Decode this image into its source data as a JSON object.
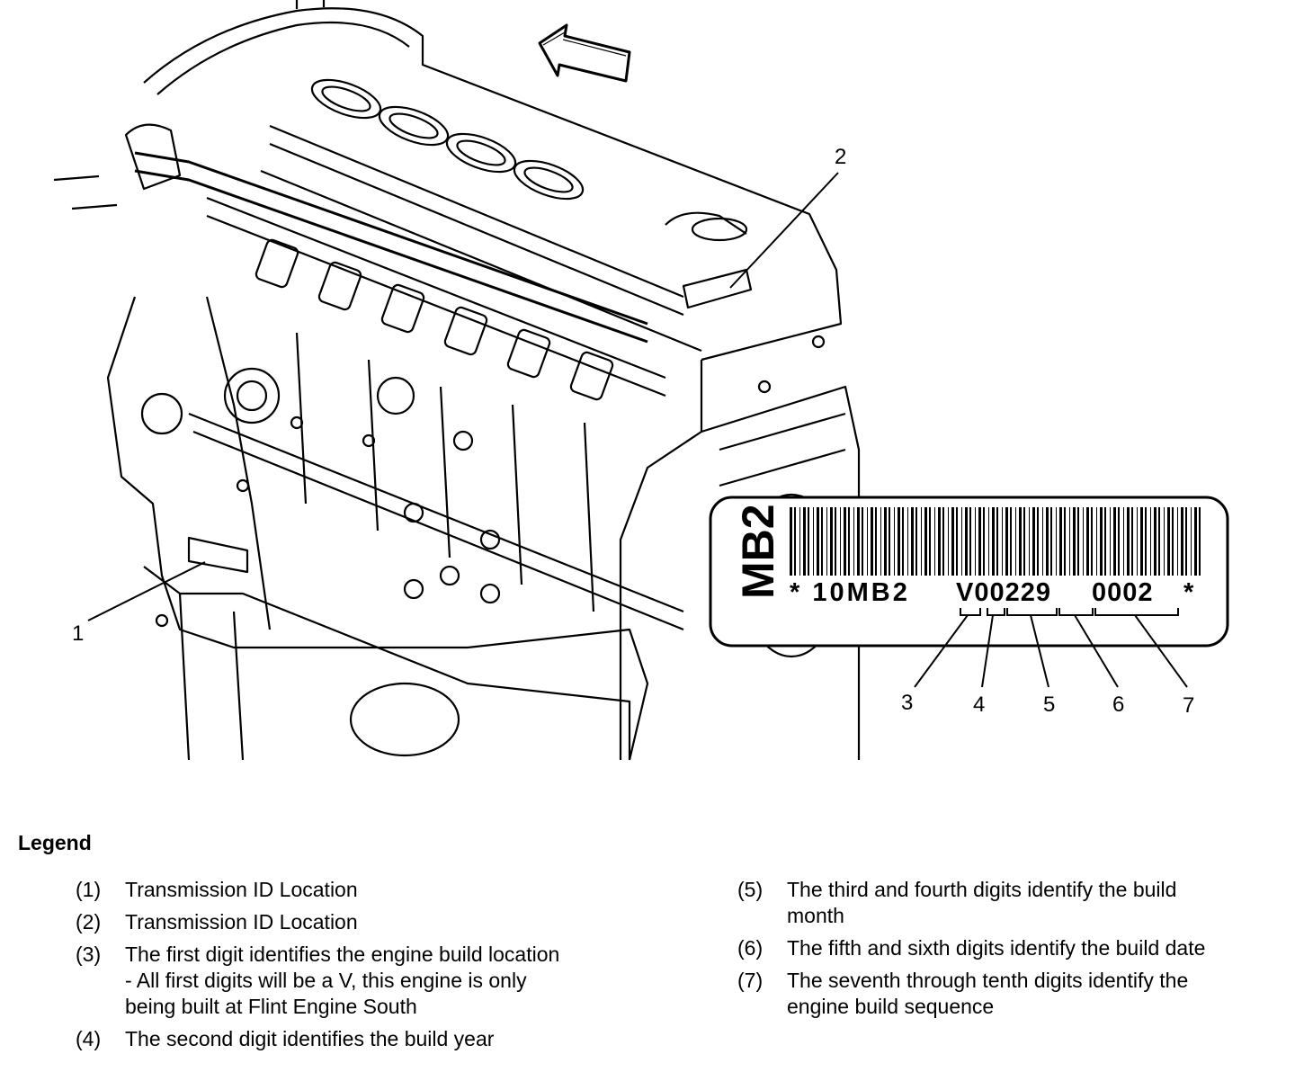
{
  "label": {
    "side_text": "MB2",
    "code_prefix": "* 10MB2",
    "code_value": "V00229",
    "code_sequence": "0002",
    "code_suffix": "*"
  },
  "callouts": [
    "1",
    "2",
    "3",
    "4",
    "5",
    "6",
    "7"
  ],
  "legend": {
    "title": "Legend",
    "left_items": [
      {
        "num": "(1)",
        "text": "Transmission ID Location"
      },
      {
        "num": "(2)",
        "text": "Transmission ID Location"
      },
      {
        "num": "(3)",
        "text": "The first digit identifies the engine build location - All first digits will be a V, this engine is only being built at Flint Engine South"
      },
      {
        "num": "(4)",
        "text": "The second digit identifies the build year"
      }
    ],
    "right_items": [
      {
        "num": "(5)",
        "text": "The third and fourth digits identify the build month"
      },
      {
        "num": "(6)",
        "text": "The fifth and sixth digits identify the build date"
      },
      {
        "num": "(7)",
        "text": "The seventh through tenth digits identify the engine build sequence"
      }
    ]
  }
}
